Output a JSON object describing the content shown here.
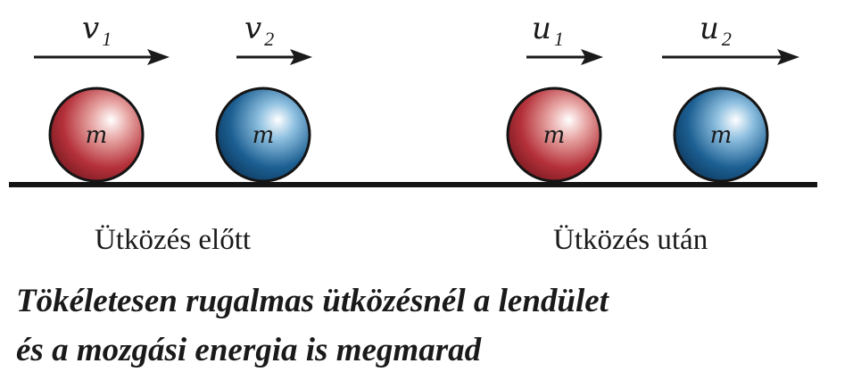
{
  "velocities": [
    {
      "symbol": "v",
      "subscript": "1"
    },
    {
      "symbol": "v",
      "subscript": "2"
    },
    {
      "symbol": "u",
      "subscript": "1"
    },
    {
      "symbol": "u",
      "subscript": "2"
    }
  ],
  "balls": [
    {
      "mass_label": "m",
      "color": "#b5313a"
    },
    {
      "mass_label": "m",
      "color": "#1c5f92"
    },
    {
      "mass_label": "m",
      "color": "#b5313a"
    },
    {
      "mass_label": "m",
      "color": "#1c5f92"
    }
  ],
  "labels": {
    "before": "Ütközés előtt",
    "after": "Ütközés után"
  },
  "caption": {
    "line1": "Tökéletesen rugalmas ütközésnél a lendület",
    "line2": "és a mozgási energia is megmarad"
  }
}
